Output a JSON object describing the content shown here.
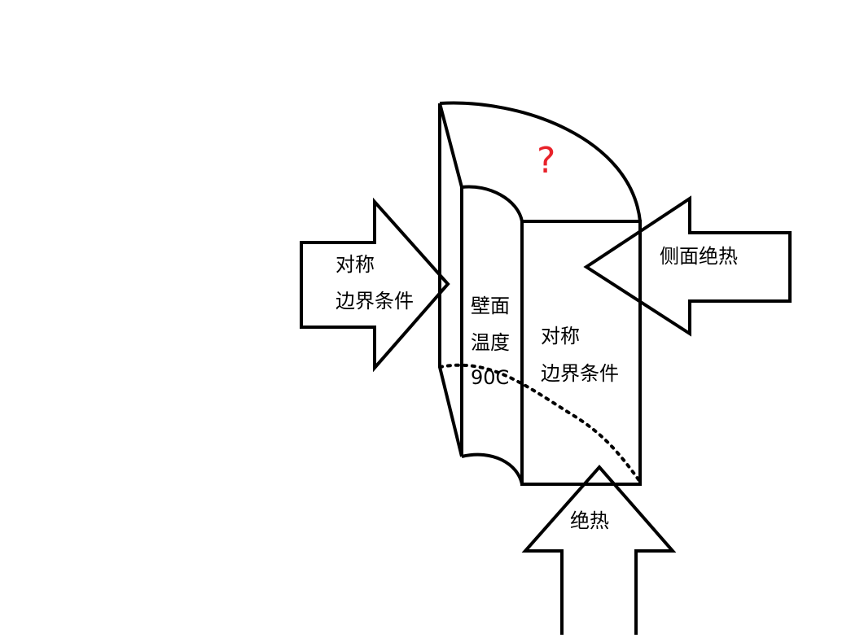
{
  "labels": {
    "left_arrow_line1": "对称",
    "left_arrow_line2": "边界条件",
    "wall_line1": "壁面",
    "wall_line2": "温度",
    "wall_line3": "90C",
    "center_line1": "对称",
    "center_line2": "边界条件",
    "right_arrow": "侧面绝热",
    "bottom_arrow": "绝热",
    "question_mark": "?"
  },
  "colors": {
    "stroke": "#000000",
    "question_mark": "#e8222a"
  }
}
